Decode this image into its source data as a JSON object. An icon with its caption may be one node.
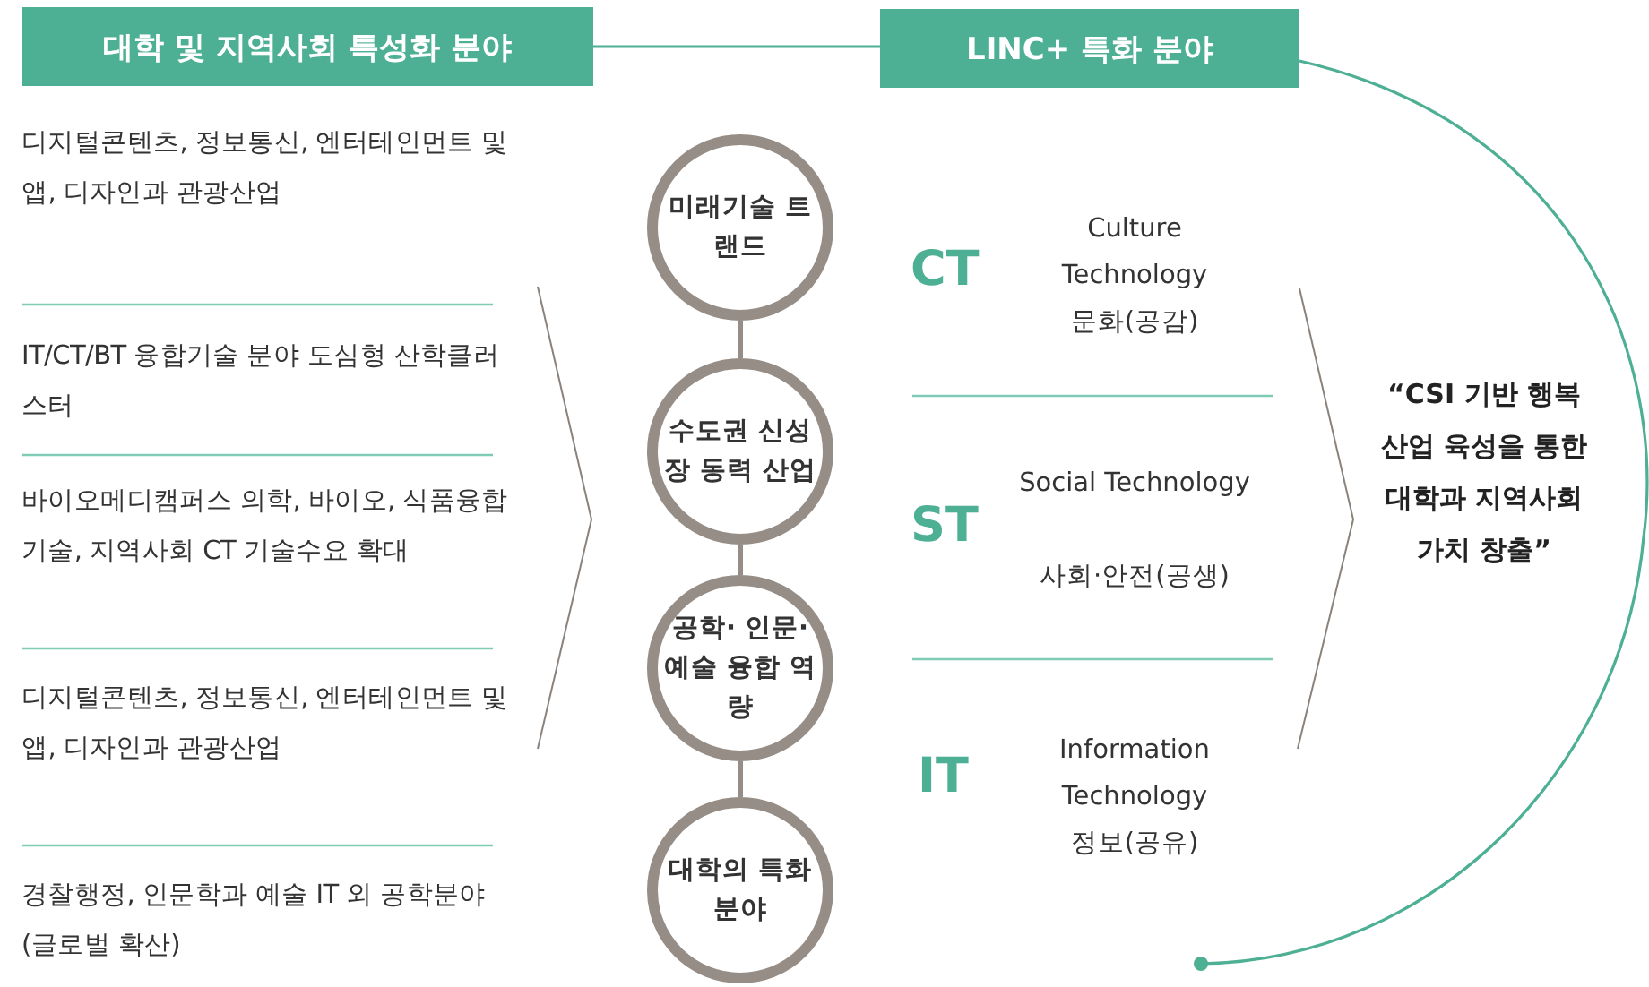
{
  "diagram": {
    "nodes": [
      {
        "text": [
          "대학 및 지역사회 특성화 분야"
        ]
      },
      {
        "text": [
          "LINC+ 특화 분야"
        ]
      },
      {
        "text": [
          "미래기술 트랜드"
        ]
      },
      {
        "text": [
          "수도권 신성장 동력 산업"
        ]
      },
      {
        "text": [
          "공학· 인문·예술 융합 역량"
        ]
      },
      {
        "text": [
          "대학의 특화 분야"
        ]
      }
    ],
    "edges": [
      {
        "from": 0,
        "to": 1,
        "arrow": "none"
      },
      {
        "from": 2,
        "to": 3,
        "arrow": "none"
      },
      {
        "from": 3,
        "to": 4,
        "arrow": "none"
      },
      {
        "from": 4,
        "to": 5,
        "arrow": "none"
      },
      {
        "from": 1,
        "to": null,
        "arrow": "other"
      }
    ],
    "labels": [
      "디지털콘텐츠, 정보통신, 엔터테인먼트 및 앱, 디자인과 관광산업",
      "IT/CT/BT 융합기술 분야 도심형 산학클러스터",
      "바이오메디캠퍼스 의학, 바이오, 식품융합기술, 지역사회 CT 기술수요 확대",
      "디지털콘텐츠, 정보통신, 엔터테인먼트 및 앱, 디자인과 관광산업",
      "경찰행정, 인문학과 예술 IT 외 공학분야 (글로벌 확산)",
      "CT",
      "Culture Technology",
      "문화(공감)",
      "ST",
      "Social Technology",
      "사회·안전(공생)",
      "IT",
      "Information Technology",
      "정보(공유)",
      "“CSI 기반 행복산업 육성을 통한 대학과 지역사회 가치 창출”"
    ]
  }
}
